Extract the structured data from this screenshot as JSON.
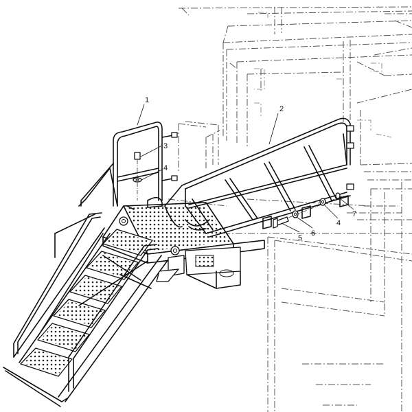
{
  "callouts": [
    {
      "id": "1",
      "label": "1"
    },
    {
      "id": "2",
      "label": "2"
    },
    {
      "id": "3",
      "label": "3"
    },
    {
      "id": "4a",
      "label": "4"
    },
    {
      "id": "4b",
      "label": "4"
    },
    {
      "id": "5",
      "label": "5"
    },
    {
      "id": "6",
      "label": "6"
    },
    {
      "id": "7",
      "label": "7"
    }
  ],
  "colors": {
    "line": "#111111",
    "ghost": "#555555",
    "background": "#ffffff",
    "perforation": "#222222"
  }
}
